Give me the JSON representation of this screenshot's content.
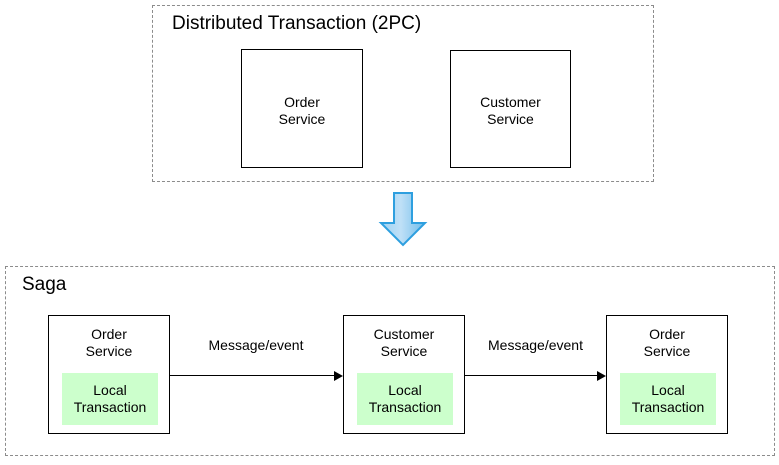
{
  "diagram": {
    "title_top": "Distributed Transaction (2PC)",
    "title_bottom": "Saga",
    "colors": {
      "local_transaction_fill": "#ccffcc",
      "box_stroke": "#000000",
      "group_stroke": "#8c8c8c",
      "arrow_fill_light": "#b5dcf5",
      "arrow_fill_dark": "#7fc4ee",
      "arrow_stroke": "#2e9fdf",
      "text": "#000000"
    }
  },
  "top_section": {
    "title": "Distributed Transaction (2PC)",
    "services": [
      {
        "line1": "Order",
        "line2": "Service"
      },
      {
        "line1": "Customer",
        "line2": "Service"
      }
    ]
  },
  "transform_arrow": {
    "icon": "down-arrow-icon",
    "direction": "down"
  },
  "saga_section": {
    "title": "Saga",
    "services": [
      {
        "line1": "Order",
        "line2": "Service",
        "local_line1": "Local",
        "local_line2": "Transaction"
      },
      {
        "line1": "Customer",
        "line2": "Service",
        "local_line1": "Local",
        "local_line2": "Transaction"
      },
      {
        "line1": "Order",
        "line2": "Service",
        "local_line1": "Local",
        "local_line2": "Transaction"
      }
    ],
    "flows": [
      {
        "label": "Message/event"
      },
      {
        "label": "Message/event"
      }
    ]
  }
}
